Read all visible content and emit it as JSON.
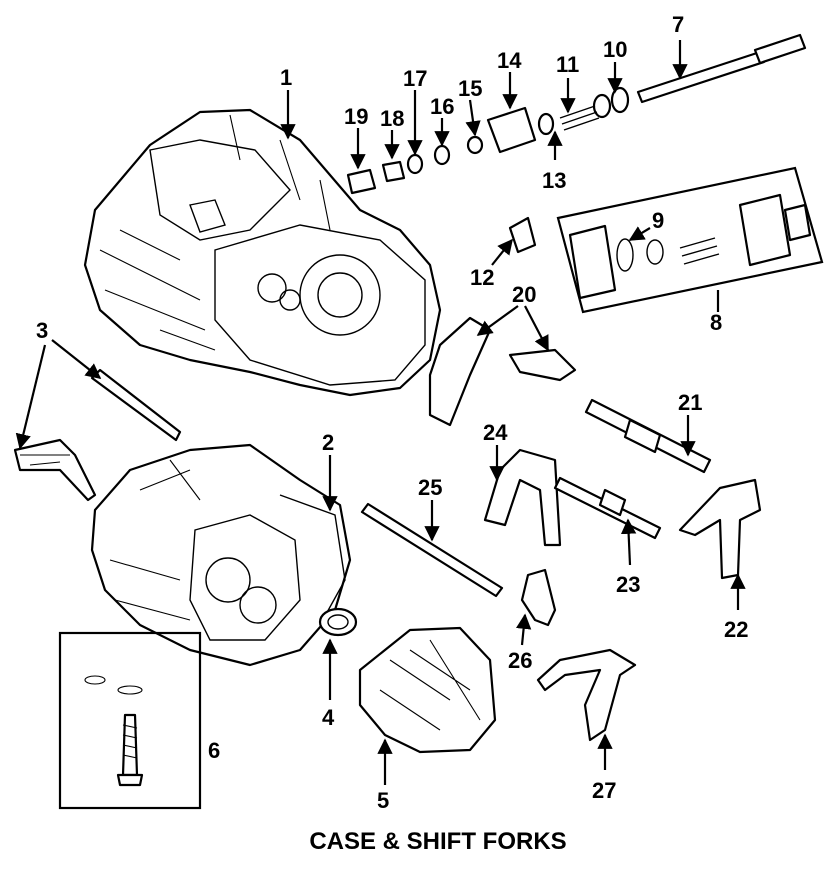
{
  "title": "CASE & SHIFT FORKS",
  "callouts": {
    "c1": "1",
    "c2": "2",
    "c3": "3",
    "c4": "4",
    "c5": "5",
    "c6": "6",
    "c7": "7",
    "c8": "8",
    "c9": "9",
    "c10": "10",
    "c11": "11",
    "c12": "12",
    "c13": "13",
    "c14": "14",
    "c15": "15",
    "c16": "16",
    "c17": "17",
    "c18": "18",
    "c19": "19",
    "c20": "20",
    "c21": "21",
    "c22": "22",
    "c23": "23",
    "c24": "24",
    "c25": "25",
    "c26": "26",
    "c27": "27"
  }
}
